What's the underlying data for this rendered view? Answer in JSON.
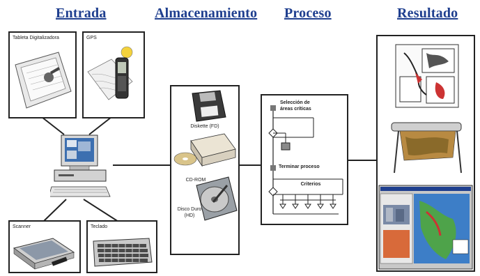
{
  "headers": {
    "input": "Entrada",
    "storage": "Almacenamiento",
    "process": "Proceso",
    "result": "Resultado"
  },
  "inputs": {
    "digitizer": "Tableta Digitalizadora",
    "gps": "GPS",
    "scanner": "Scanner",
    "keyboard": "Teclado"
  },
  "storage": {
    "diskette": "Diskette (FD)",
    "cdrom": "CD-ROM",
    "harddisk": "Disco Duro (HD)"
  },
  "process": {
    "select": "Selección de áreas críticas",
    "finish": "Terminar proceso",
    "criteria": "Criterios"
  },
  "colors": {
    "header_blue": "#1f3f8f",
    "line": "#222222"
  }
}
